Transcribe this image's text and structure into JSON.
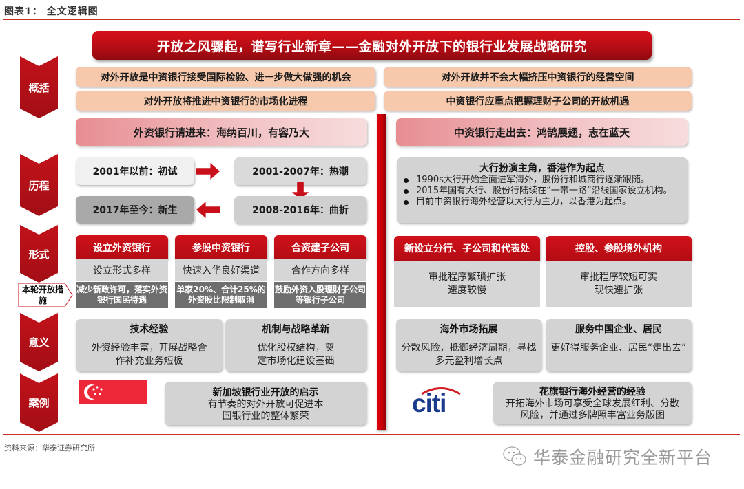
{
  "figure": {
    "title": "图表1：  全文逻辑图",
    "main_title": "开放之风骤起，谱写行业新章——金融对外开放下的银行业发展战略研究"
  },
  "sections": {
    "summary": "概括",
    "history": "历程",
    "form": "形式",
    "significance": "意义",
    "case": "案例"
  },
  "summary": {
    "items": [
      "对外开放是中资银行接受国际检验、进一步做大做强的机会",
      "对外开放并不会大幅挤压中资银行的经营空间",
      "对外开放将推进中资银行的市场化进程",
      "中资银行应重点把握理财子公司的开放机遇"
    ]
  },
  "left": {
    "header": "外资银行请进来：海纳百川，有容乃大",
    "history": [
      "2001年以前：初试",
      "2001-2007年：热潮",
      "2008-2016年：曲折",
      "2017年至今：新生"
    ],
    "measure_tag": "本轮开放措施",
    "forms": [
      {
        "title": "设立外资银行",
        "desc": "设立形式多样",
        "measure": "减少新政许可，落实外资银行国民待遇"
      },
      {
        "title": "参股中资银行",
        "desc": "快速入华良好渠道",
        "measure": "单家20%、合计25%的外资股比限制取消"
      },
      {
        "title": "合资建子公司",
        "desc": "合作方向多样",
        "measure": "鼓励外资入股理财子公司等银行子公司"
      }
    ],
    "significance": [
      {
        "title": "技术经验",
        "body": "外资经验丰富，开展战略合作补充业务短板"
      },
      {
        "title": "机制与战略革新",
        "body": "优化股权结构，奠定市场化建设基础"
      }
    ],
    "case": {
      "title": "新加坡银行业开放的启示",
      "body": "有节奏的对外开放可促进本国银行业的整体繁荣",
      "image": "singapore-flag"
    }
  },
  "right": {
    "header": "中资银行走出去：鸿鹄展翅，志在蓝天",
    "history": {
      "title": "大行扮演主角，香港作为起点",
      "bullets": [
        "1990s大行开始全面进军海外，股份行和城商行逐渐跟随。",
        "2015年国有大行、股份行陆续在“一带一路”沿线国家设立机构。",
        "目前中资银行海外经营以大行为主力，以香港为起点。"
      ]
    },
    "forms": [
      {
        "title": "新设立分行、子公司和代表处",
        "desc": "审批程序繁琐扩张速度较慢"
      },
      {
        "title": "控股、参股境外机构",
        "desc": "审批程序较短可实现快速扩张"
      }
    ],
    "significance": [
      {
        "title": "海外市场拓展",
        "body": "分散风险，抵御经济周期，寻找多元盈利增长点"
      },
      {
        "title": "服务中国企业、居民",
        "body": "更好得服务企业、居民“走出去”"
      }
    ],
    "case": {
      "logo": "citi",
      "title": "花旗银行海外经营的经验",
      "body": "开拓海外市场可享受全球发展红利、分散风险，并通过多牌照丰富业务版图"
    }
  },
  "footer": {
    "source": "资料来源：华泰证券研究所",
    "watermark": "华泰金融研究全新平台"
  },
  "colors": {
    "accent_red": "#c8101a",
    "peach": "#f6c9ad",
    "grey": "#d3d3d3",
    "dark_grey": "#6e6e6e",
    "citi_blue": "#1a3a8c"
  }
}
